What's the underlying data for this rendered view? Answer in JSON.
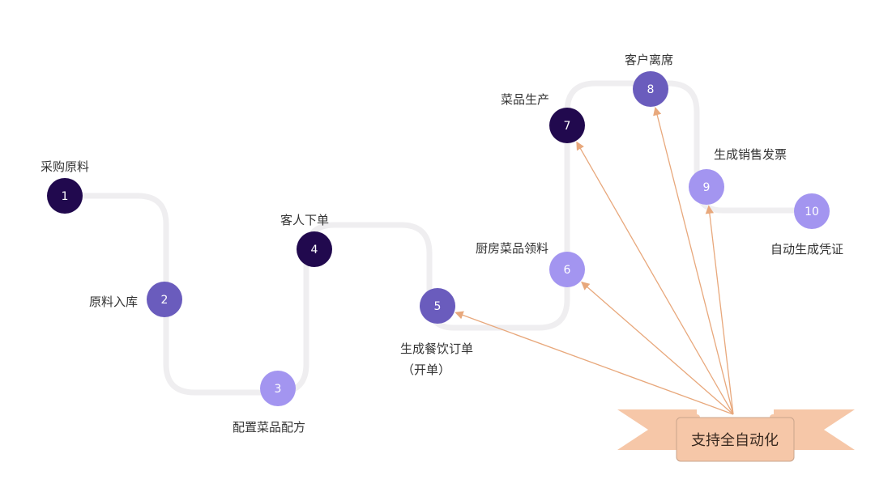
{
  "steps": [
    {
      "number": "1",
      "label": "采购原料",
      "color": "#21094e"
    },
    {
      "number": "2",
      "label": "原料入库",
      "color": "#6a5cbd"
    },
    {
      "number": "3",
      "label": "配置菜品配方",
      "color": "#a395f0"
    },
    {
      "number": "4",
      "label": "客人下单",
      "color": "#21094e"
    },
    {
      "number": "5",
      "label": "生成餐饮订单",
      "sublabel": "（开单）",
      "color": "#6a5cbd"
    },
    {
      "number": "6",
      "label": "厨房菜品领料",
      "color": "#a395f0"
    },
    {
      "number": "7",
      "label": "菜品生产",
      "color": "#21094e"
    },
    {
      "number": "8",
      "label": "客户离席",
      "color": "#6a5cbd"
    },
    {
      "number": "9",
      "label": "生成销售发票",
      "color": "#a395f0"
    },
    {
      "number": "10",
      "label": "自动生成凭证",
      "color": "#a395f0"
    }
  ],
  "banner": {
    "text": "支持全自动化",
    "color": "#f6c7a8",
    "arrow_color": "#e8a87c"
  },
  "path_color": "#efeef0"
}
